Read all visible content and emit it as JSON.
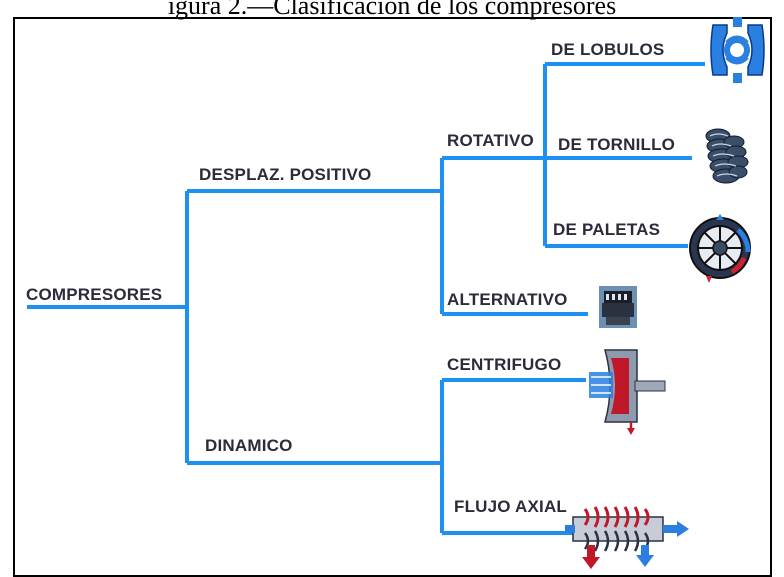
{
  "caption": "igura 2.—Clasificación de los compresores",
  "colors": {
    "line": "#1e90f0",
    "label": "#2b2b3a",
    "frame": "#000000"
  },
  "root": {
    "label": "COMPRESORES"
  },
  "positive": {
    "label": "DESPLAZ. POSITIVO"
  },
  "rotary": {
    "label": "ROTATIVO"
  },
  "lobes": {
    "label": "DE LOBULOS",
    "icon": "lobe-compressor-icon"
  },
  "screw": {
    "label": "DE TORNILLO",
    "icon": "screw-compressor-icon"
  },
  "vane": {
    "label": "DE PALETAS",
    "icon": "vane-compressor-icon"
  },
  "reciprocating": {
    "label": "ALTERNATIVO",
    "icon": "reciprocating-compressor-icon"
  },
  "dynamic": {
    "label": "DINAMICO"
  },
  "centrifugal": {
    "label": "CENTRIFUGO",
    "icon": "centrifugal-compressor-icon"
  },
  "axial": {
    "label": "FLUJO AXIAL",
    "icon": "axial-compressor-icon"
  }
}
